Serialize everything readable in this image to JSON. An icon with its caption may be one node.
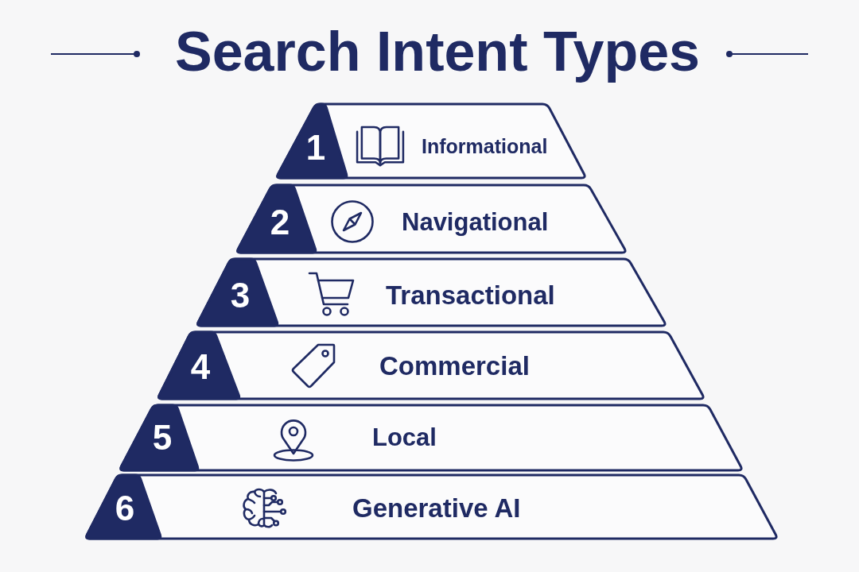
{
  "diagram": {
    "title": "Search Intent Types",
    "nodes": [
      {
        "text": [
          "1",
          "Informational"
        ]
      },
      {
        "text": [
          "2",
          "Navigational"
        ]
      },
      {
        "text": [
          "3",
          "Transactional"
        ]
      },
      {
        "text": [
          "4",
          "Commercial"
        ]
      },
      {
        "text": [
          "5",
          "Local"
        ]
      },
      {
        "text": [
          "6",
          "Generative AI"
        ]
      }
    ]
  }
}
